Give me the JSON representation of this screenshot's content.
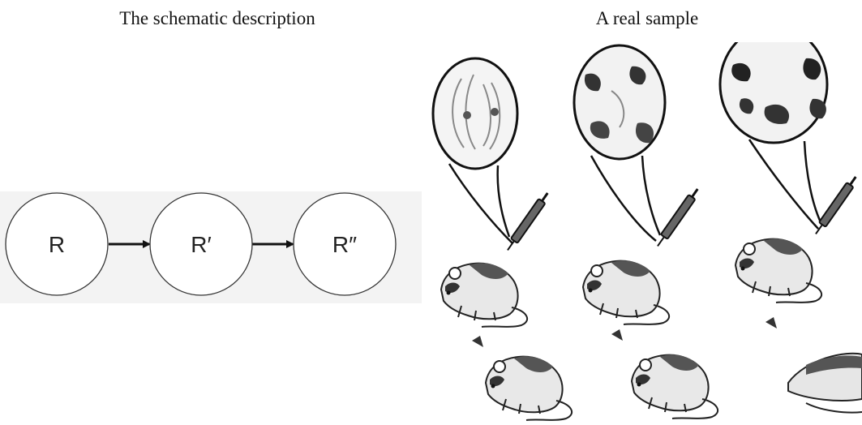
{
  "headings": {
    "left": "The schematic description",
    "right": "A real sample"
  },
  "diagram": {
    "nodes": [
      {
        "id": "R",
        "label": "R"
      },
      {
        "id": "R1",
        "label": "R′"
      },
      {
        "id": "R2",
        "label": "R″"
      }
    ],
    "edges": [
      {
        "from": "R",
        "to": "R1"
      },
      {
        "from": "R1",
        "to": "R2"
      }
    ]
  },
  "sample_illustration": {
    "stages": [
      {
        "culture_dish": "petri-dish-icon",
        "tool": "syringe-icon",
        "animals": [
          "mouse-icon",
          "mouse-icon"
        ]
      },
      {
        "culture_dish": "petri-dish-icon",
        "tool": "syringe-icon",
        "animals": [
          "mouse-icon",
          "mouse-icon"
        ]
      },
      {
        "culture_dish": "petri-dish-icon",
        "tool": "syringe-icon",
        "animals": [
          "mouse-icon",
          "dead-mouse-icon"
        ]
      }
    ]
  }
}
